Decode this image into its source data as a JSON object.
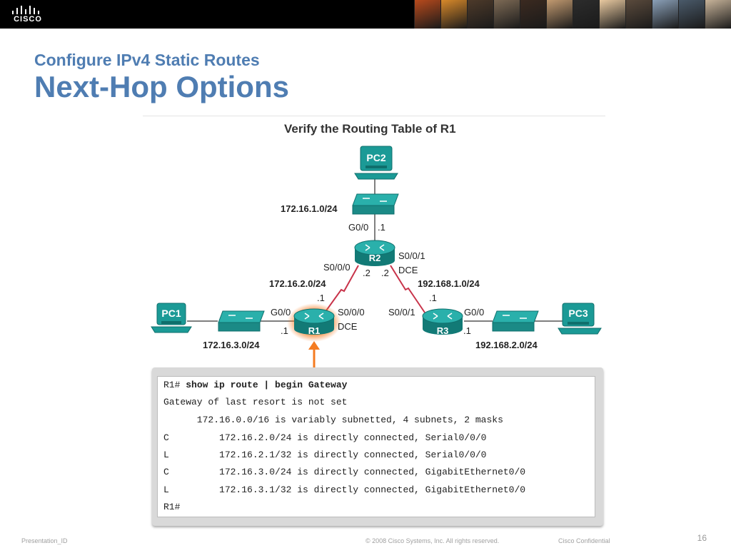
{
  "header": {
    "logo_text": "CISCO",
    "photo_colors": [
      "#b84a1c",
      "#d8892a",
      "#4d3a2a",
      "#7d6a55",
      "#3b2a20",
      "#c29a70",
      "#2c2c2c",
      "#e8c9a0",
      "#5a4a3c",
      "#8aa0b8",
      "#4a5a6a",
      "#c8b49a"
    ]
  },
  "slide": {
    "subtitle": "Configure IPv4 Static Routes",
    "title": "Next-Hop Options",
    "diagram_heading": "Verify the Routing Table of R1"
  },
  "topology": {
    "devices": {
      "pc1": "PC1",
      "pc2": "PC2",
      "pc3": "PC3",
      "r1": "R1",
      "r2": "R2",
      "r3": "R3"
    },
    "labels": {
      "net_top": "172.16.1.0/24",
      "r2_g00": "G0/0",
      "r2_g00_ip": ".1",
      "r2_s001": "S0/0/1",
      "r2_dce": "DCE",
      "r2_s000": "S0/0/0",
      "r2_left_ip": ".2",
      "r2_right_ip": ".2",
      "net_left_serial": "172.16.2.0/24",
      "net_right_serial": "192.168.1.0/24",
      "r1_serial_ip": ".1",
      "r3_serial_ip": ".1",
      "r1_g00": "G0/0",
      "r1_s000": "S0/0/0",
      "r1_dce": "DCE",
      "r1_g00_ip": ".1",
      "r3_s001": "S0/0/1",
      "r3_g00": "G0/0",
      "r3_g00_ip": ".1",
      "net_left_lan": "172.16.3.0/24",
      "net_right_lan": "192.168.2.0/24"
    },
    "colors": {
      "device": "#1b9a96",
      "device_dark": "#0f6f6c",
      "serial_link": "#c8334a",
      "highlight": "#f47b20"
    }
  },
  "terminal": {
    "prompt": "R1# ",
    "command": "show ip route | begin Gateway",
    "lines": [
      "Gateway of last resort is not set",
      "      172.16.0.0/16 is variably subnetted, 4 subnets, 2 masks",
      "C         172.16.2.0/24 is directly connected, Serial0/0/0",
      "L         172.16.2.1/32 is directly connected, Serial0/0/0",
      "C         172.16.3.0/24 is directly connected, GigabitEthernet0/0",
      "L         172.16.3.1/32 is directly connected, GigabitEthernet0/0",
      "R1#"
    ]
  },
  "footer": {
    "presentation_id": "Presentation_ID",
    "copyright": "© 2008 Cisco Systems, Inc. All rights reserved.",
    "confidential": "Cisco Confidential",
    "page_number": "16"
  }
}
